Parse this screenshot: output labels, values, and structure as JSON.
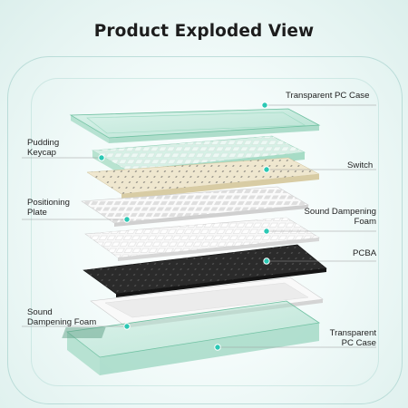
{
  "title": "Product Exploded View",
  "labels": {
    "top_case": "Transparent PC Case",
    "keycap_line1": "Pudding",
    "keycap_line2": "Keycap",
    "switch": "Switch",
    "plate_line1": "Positioning",
    "plate_line2": "Plate",
    "foam_top_line1": "Sound Dampening",
    "foam_top_line2": "Foam",
    "pcba": "PCBA",
    "foam_bottom_line1": "Sound",
    "foam_bottom_line2": "Dampening Foam",
    "bottom_case_line1": "Transparent",
    "bottom_case_line2": "PC Case"
  },
  "colors": {
    "accent_dot": "#2bc8b4",
    "case_tint": "#9fd8c3",
    "pcb": "#2b2b2b",
    "foam": "#f7f7f7"
  }
}
